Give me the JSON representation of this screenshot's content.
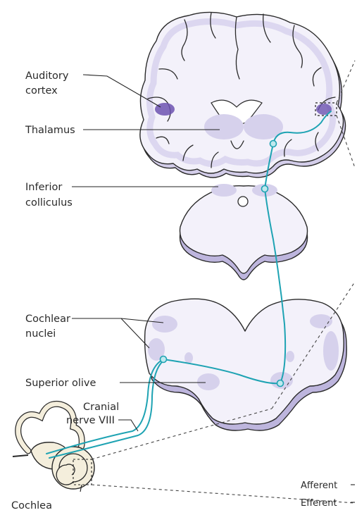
{
  "labels": {
    "auditory_cortex_line1": "Auditory",
    "auditory_cortex_line2": "cortex",
    "thalamus": "Thalamus",
    "inferior_colliculus_line1": "Inferior",
    "inferior_colliculus_line2": "colliculus",
    "cochlear_nuclei_line1": "Cochlear",
    "cochlear_nuclei_line2": "nuclei",
    "superior_olive": "Superior olive",
    "cranial_nerve_line1": "Cranial",
    "cranial_nerve_line2": "nerve VIII",
    "cochlea": "Cochlea",
    "afferent": "Afferent",
    "efferent": "Efferent"
  },
  "colors": {
    "tissue": "#f3f1fa",
    "tissue_edge": "#c8c2e2",
    "region_light": "#d6d1ec",
    "region_dark": "#6c52b0",
    "pathway": "#1ea3b3",
    "bone": "#f4eedc"
  }
}
